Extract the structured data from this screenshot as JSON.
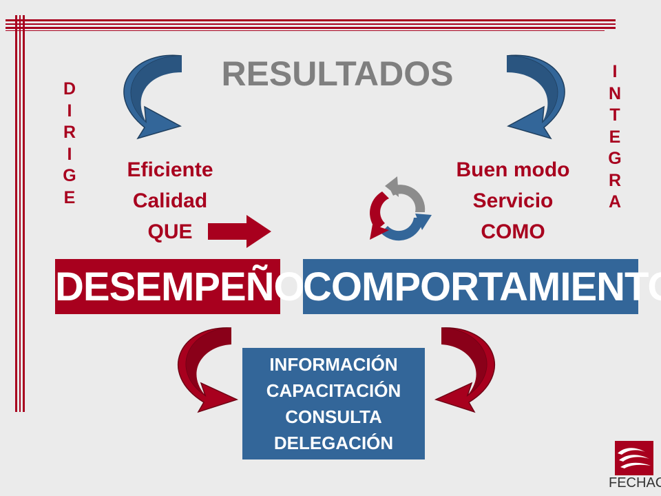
{
  "title": "RESULTADOS",
  "left_vertical": [
    "D",
    "I",
    "R",
    "I",
    "G",
    "E"
  ],
  "right_vertical": [
    "I",
    "N",
    "T",
    "E",
    "G",
    "R",
    "A"
  ],
  "left_lines": [
    "Eficiente",
    "Calidad",
    "QUE"
  ],
  "right_lines": [
    "Buen modo",
    "Servicio",
    "COMO"
  ],
  "box_left": "DESEMPEÑO",
  "box_right": "COMPORTAMIENTO",
  "bottom_lines": [
    "INFORMACIÓN",
    "CAPACITACIÓN",
    "CONSULTA",
    "DELEGACIÓN"
  ],
  "logo_label": "FECHAC",
  "colors": {
    "red": "#a8001e",
    "blue": "#336699",
    "gray": "#7f7f7f",
    "background": "#ebebeb"
  }
}
